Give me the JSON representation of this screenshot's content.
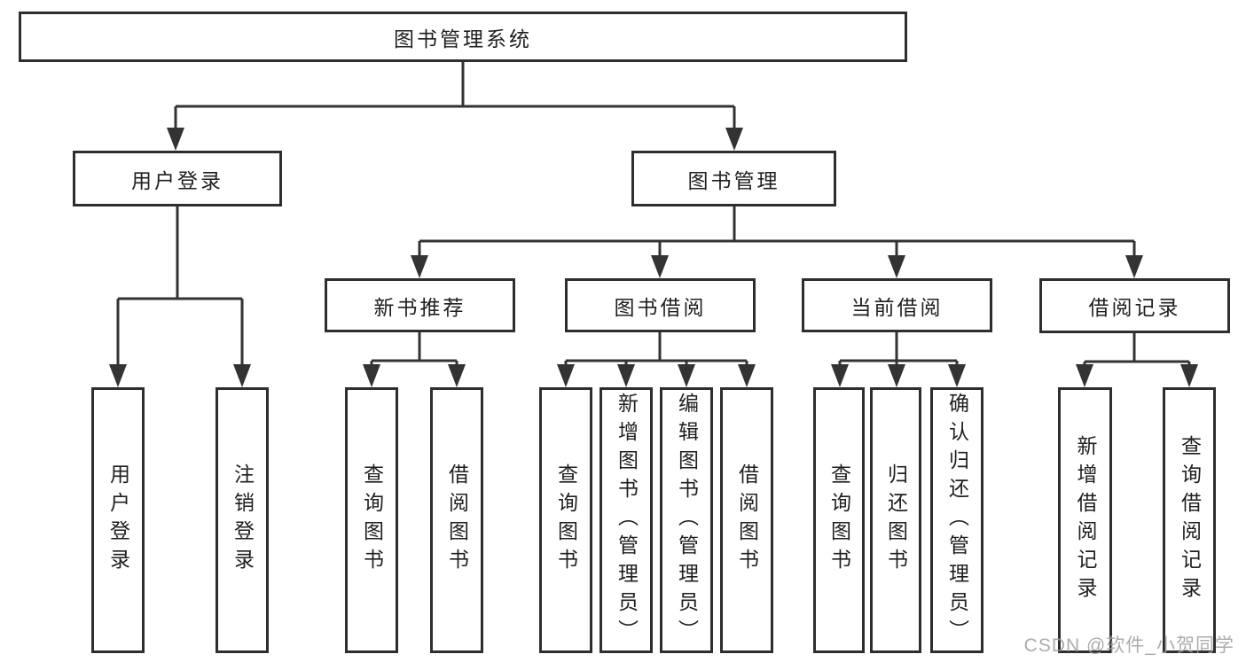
{
  "diagram_type": "hierarchy-tree",
  "colors": {
    "background": "#ffffff",
    "box_border": "#2e2e2e",
    "line": "#333333",
    "text": "#1f1f1f",
    "watermark": "#9e9e9e"
  },
  "nodes": {
    "root": {
      "label": "图书管理系统"
    },
    "user_login": {
      "label": "用户登录"
    },
    "book_mgmt": {
      "label": "图书管理"
    },
    "new_book_rec": {
      "label": "新书推荐"
    },
    "book_borrow": {
      "label": "图书借阅"
    },
    "current_borrow": {
      "label": "当前借阅"
    },
    "borrow_records": {
      "label": "借阅记录"
    },
    "login": {
      "label": "用户登录"
    },
    "logout": {
      "label": "注销登录"
    },
    "rec_query_book": {
      "label": "查询图书"
    },
    "rec_borrow_book": {
      "label": "借阅图书"
    },
    "bb_query_book": {
      "label": "查询图书"
    },
    "bb_add_book": {
      "label": "新增图书（管理员）"
    },
    "bb_edit_book": {
      "label": "编辑图书（管理员）"
    },
    "bb_borrow_book": {
      "label": "借阅图书"
    },
    "cb_query_book": {
      "label": "查询图书"
    },
    "cb_return_book": {
      "label": "归还图书"
    },
    "cb_confirm_return": {
      "label": "确认归还（管理员）"
    },
    "br_add_record": {
      "label": "新增借阅记录"
    },
    "br_query_record": {
      "label": "查询借阅记录"
    }
  },
  "watermark": "CSDN @软件_小贺同学"
}
